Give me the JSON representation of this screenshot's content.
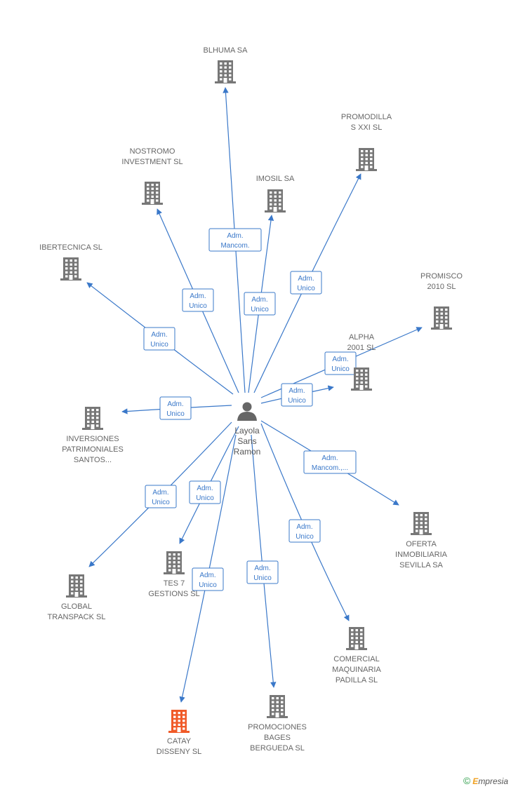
{
  "center": {
    "id": "layola",
    "lines": [
      "Layola",
      "Sans",
      "Ramon"
    ]
  },
  "nodes": [
    {
      "id": "blhuma",
      "lines": [
        "BLHUMA SA"
      ],
      "color": "#777777"
    },
    {
      "id": "promodilla",
      "lines": [
        "PROMODILLA",
        "S XXI SL"
      ],
      "color": "#777777"
    },
    {
      "id": "nostromo",
      "lines": [
        "NOSTROMO",
        "INVESTMENT SL"
      ],
      "color": "#777777"
    },
    {
      "id": "imosil",
      "lines": [
        "IMOSIL SA"
      ],
      "color": "#777777"
    },
    {
      "id": "ibertecnica",
      "lines": [
        "IBERTECNICA SL"
      ],
      "color": "#777777"
    },
    {
      "id": "promisco",
      "lines": [
        "PROMISCO",
        "2010 SL"
      ],
      "color": "#777777"
    },
    {
      "id": "alpha",
      "lines": [
        "ALPHA",
        "2001 SL"
      ],
      "color": "#777777"
    },
    {
      "id": "inversiones",
      "lines": [
        "INVERSIONES",
        "PATRIMONIALES",
        "SANTOS..."
      ],
      "color": "#777777"
    },
    {
      "id": "oferta",
      "lines": [
        "OFERTA",
        "INMOBILIARIA",
        "SEVILLA SA"
      ],
      "color": "#777777"
    },
    {
      "id": "tes7",
      "lines": [
        "TES 7",
        "GESTIONS SL"
      ],
      "color": "#777777"
    },
    {
      "id": "global",
      "lines": [
        "GLOBAL",
        "TRANSPACK SL"
      ],
      "color": "#777777"
    },
    {
      "id": "comercial",
      "lines": [
        "COMERCIAL",
        "MAQUINARIA",
        "PADILLA SL"
      ],
      "color": "#777777"
    },
    {
      "id": "catay",
      "lines": [
        "CATAY",
        "DISSENY SL"
      ],
      "color": "#f05a28"
    },
    {
      "id": "promociones",
      "lines": [
        "PROMOCIONES",
        "BAGES",
        "BERGUEDA SL"
      ],
      "color": "#777777"
    }
  ],
  "edges": [
    {
      "to": "blhuma",
      "lines": [
        "Adm.",
        "Mancom."
      ]
    },
    {
      "to": "promodilla",
      "lines": [
        "Adm.",
        "Unico"
      ]
    },
    {
      "to": "nostromo",
      "lines": [
        "Adm.",
        "Unico"
      ]
    },
    {
      "to": "imosil",
      "lines": [
        "Adm.",
        "Unico"
      ]
    },
    {
      "to": "ibertecnica",
      "lines": [
        "Adm.",
        "Unico"
      ]
    },
    {
      "to": "promisco",
      "lines": [
        "Adm.",
        "Unico"
      ]
    },
    {
      "to": "alpha",
      "lines": [
        "Adm.",
        "Unico"
      ]
    },
    {
      "to": "inversiones",
      "lines": [
        "Adm.",
        "Unico"
      ]
    },
    {
      "to": "oferta",
      "lines": [
        "Adm.",
        "Mancom.,..."
      ]
    },
    {
      "to": "tes7",
      "lines": [
        "Adm.",
        "Unico"
      ]
    },
    {
      "to": "global",
      "lines": [
        "Adm.",
        "Unico"
      ]
    },
    {
      "to": "comercial",
      "lines": [
        "Adm.",
        "Unico"
      ]
    },
    {
      "to": "catay",
      "lines": [
        "Adm.",
        "Unico"
      ]
    },
    {
      "to": "promociones",
      "lines": [
        "Adm.",
        "Unico"
      ]
    }
  ],
  "colors": {
    "edge": "#3a78c9",
    "building": "#777777",
    "highlight": "#f05a28",
    "person": "#666666"
  },
  "icons": {
    "company": "building-icon",
    "person": "person-icon"
  },
  "watermark": {
    "symbol": "©",
    "initial": "E",
    "text": "mpresia"
  }
}
